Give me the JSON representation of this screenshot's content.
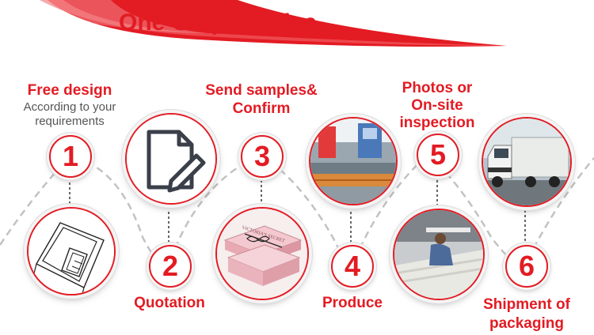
{
  "header": {
    "title": "One-Stop Service"
  },
  "steps": [
    {
      "number": "1",
      "label": "Free design",
      "sublabel": "According to your requirements",
      "sublabel_line1": "According to your",
      "sublabel_line2": "requirements"
    },
    {
      "number": "2",
      "label": "Quotation"
    },
    {
      "number": "3",
      "label_line1": "Send samples&",
      "label_line2": "Confirm"
    },
    {
      "number": "4",
      "label": "Produce"
    },
    {
      "number": "5",
      "label_line1": "Photos or",
      "label_line2": "On-site",
      "label_line3": "inspection"
    },
    {
      "number": "6",
      "label_line1": "Shipment of",
      "label_line2": "packaging"
    }
  ],
  "images": {
    "box_text": "VICTORIA'S SECRET"
  },
  "colors": {
    "accent": "#e31b23",
    "path": "#bdbdbd"
  }
}
